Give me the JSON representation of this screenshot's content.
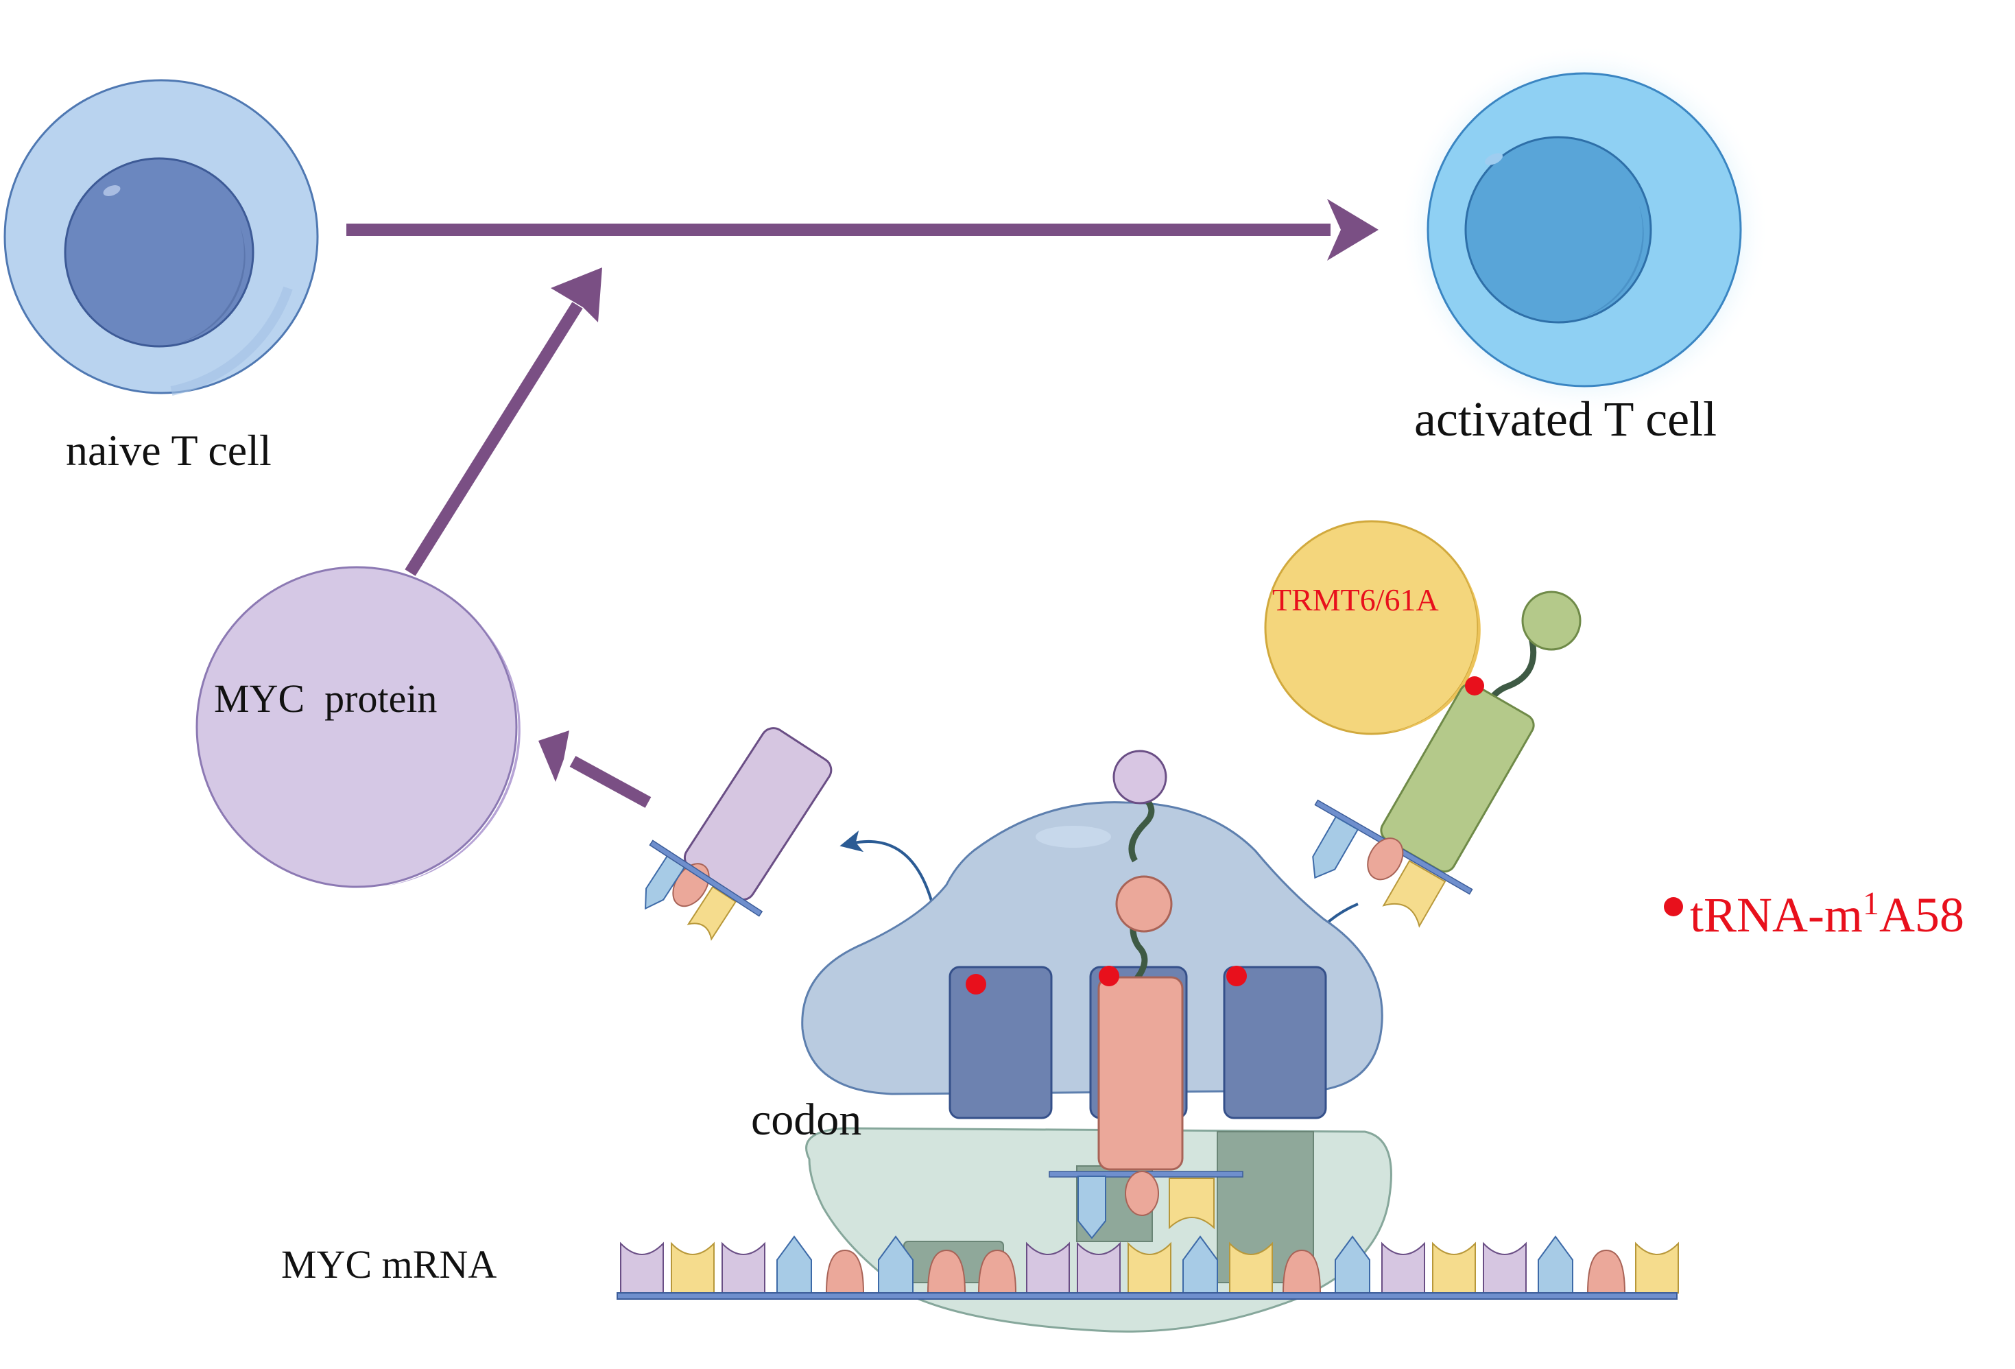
{
  "labels": {
    "naive": "naive T cell",
    "activated": "activated T cell",
    "myc_protein": "MYC  protein",
    "enzyme": "TRMT6/61A",
    "legend_text": "tRNA-m",
    "legend_sup": "1",
    "legend_tail": "A58",
    "codon": "codon",
    "mrna": "MYC mRNA"
  },
  "colors": {
    "arrow_main": "#7a4f84",
    "arrow_small": "#2b5b94",
    "modification_dot": "#e8101c",
    "enzyme_text": "#e8101c",
    "naive_cell": "#b9d3ef",
    "naive_nucleus": "#6b87bf",
    "activated_cell": "#8fd0f3",
    "activated_nucleus": "#59a5d8",
    "myc_protein": "#d5c8e5",
    "enzyme": "#f4d67c",
    "ribosome_large": "#b9cbe0",
    "ribosome_small": "#d3e4dd",
    "trna_site": "#6d82b0",
    "trna_pink": "#eba89a",
    "trna_green": "#b4c98a",
    "trna_purple": "#d6c6e1"
  },
  "mrna_codons": [
    "purple",
    "yellow",
    "purple",
    "blue",
    "pink",
    "blue",
    "pink",
    "pink",
    "purple",
    "purple",
    "yellow",
    "blue",
    "yellow",
    "pink",
    "blue",
    "purple",
    "yellow",
    "purple",
    "blue",
    "pink",
    "yellow"
  ]
}
